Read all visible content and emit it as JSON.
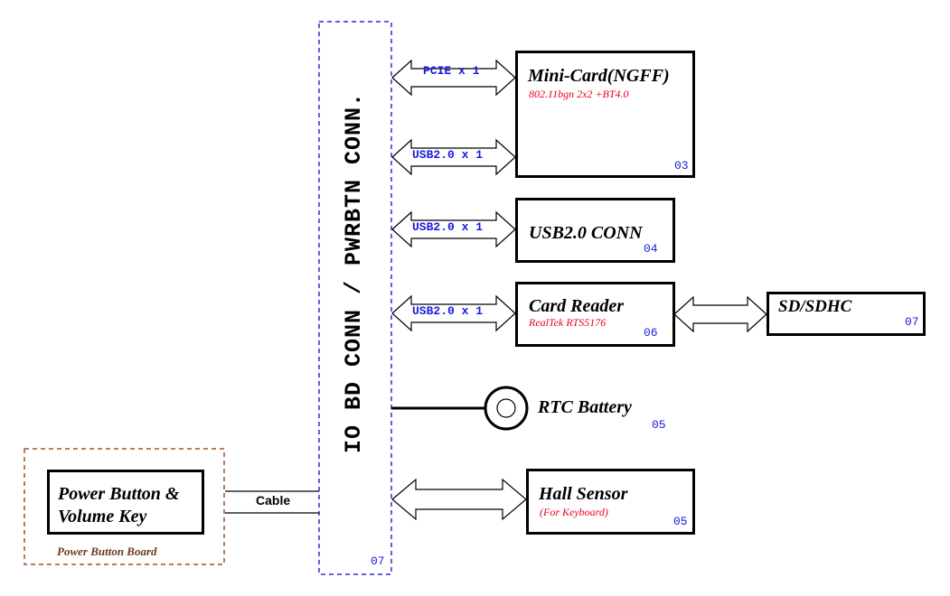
{
  "connector": {
    "label": "IO BD CONN / PWRBTN CONN.",
    "page": "07"
  },
  "buses": {
    "pcie": "PCIE x 1",
    "usb_minicard": "USB2.0 x 1",
    "usb_conn": "USB2.0 x 1",
    "usb_cardreader": "USB2.0 x 1"
  },
  "minicard": {
    "title": "Mini-Card(NGFF)",
    "sub": "802.11bgn 2x2  +BT4.0",
    "page": "03"
  },
  "usbconn": {
    "title": "USB2.0 CONN",
    "page": "04"
  },
  "cardreader": {
    "title": "Card Reader",
    "sub": "RealTek  RTS5176",
    "page": "06"
  },
  "sdhc": {
    "title": "SD/SDHC",
    "page": "07"
  },
  "rtc": {
    "title": "RTC Battery",
    "page": "05"
  },
  "hall": {
    "title": "Hall Sensor",
    "sub": "(For Keyboard)",
    "page": "05"
  },
  "powerboard": {
    "title_line1": "Power Button &",
    "title_line2": "Volume Key",
    "board_label": "Power Button Board",
    "cable": "Cable"
  },
  "colors": {
    "line": "#000000",
    "dashed_blue": "#2b2bd6",
    "dashed_brown": "#a0522d",
    "subtitle_red": "#e8001c",
    "page_blue": "#1a1adb",
    "board_label": "#6b3a1a"
  }
}
